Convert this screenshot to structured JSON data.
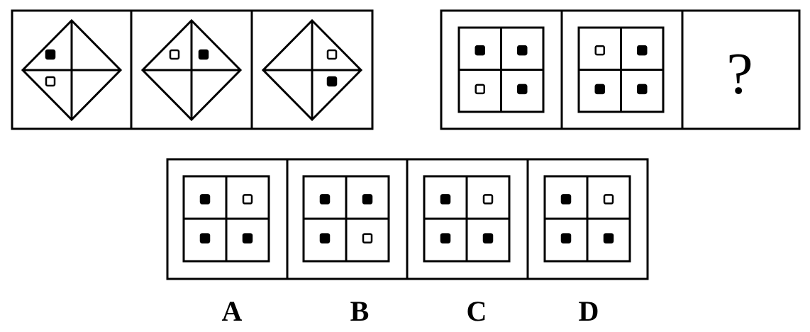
{
  "question_mark": "?",
  "colors": {
    "stroke": "#000000",
    "background": "#ffffff",
    "filled_square": "#000000",
    "hollow_square": "#ffffff"
  },
  "sequence_1": {
    "panels": [
      {
        "dots": [
          {
            "quadrant": "left-top",
            "fill": "filled"
          },
          {
            "quadrant": "left-bottom",
            "fill": "hollow"
          }
        ]
      },
      {
        "dots": [
          {
            "quadrant": "left-top",
            "fill": "hollow"
          },
          {
            "quadrant": "right-top",
            "fill": "filled"
          }
        ]
      },
      {
        "dots": [
          {
            "quadrant": "right-top",
            "fill": "hollow"
          },
          {
            "quadrant": "right-bottom",
            "fill": "filled"
          }
        ]
      }
    ]
  },
  "sequence_2": {
    "panels": [
      {
        "dots": [
          "filled",
          "filled",
          "hollow",
          "filled"
        ]
      },
      {
        "dots": [
          "hollow",
          "filled",
          "filled",
          "filled"
        ]
      },
      {
        "unknown": true
      }
    ]
  },
  "options": [
    {
      "label": "A",
      "dots": [
        "filled",
        "hollow",
        "filled",
        "filled"
      ]
    },
    {
      "label": "B",
      "dots": [
        "filled",
        "filled",
        "filled",
        "hollow"
      ]
    },
    {
      "label": "C",
      "dots": [
        "filled",
        "hollow",
        "filled",
        "filled"
      ]
    },
    {
      "label": "D",
      "dots": [
        "filled",
        "hollow",
        "filled",
        "filled"
      ]
    }
  ]
}
